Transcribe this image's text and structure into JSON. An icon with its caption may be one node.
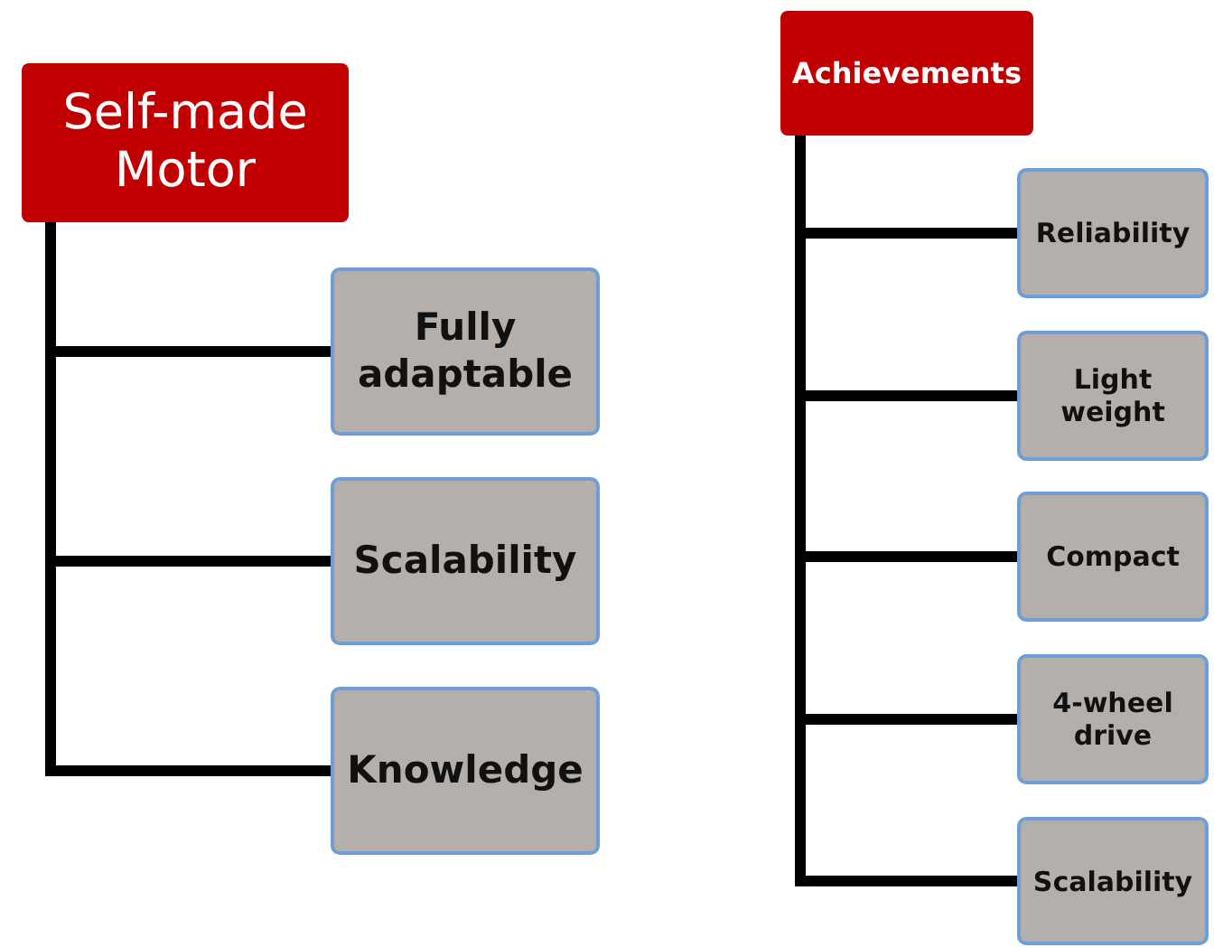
{
  "diagram": {
    "nodes": [
      {
        "text": [
          "Self-made Motor"
        ]
      },
      {
        "text": [
          "Fully adaptable"
        ]
      },
      {
        "text": [
          "Scalability"
        ]
      },
      {
        "text": [
          "Knowledge"
        ]
      },
      {
        "text": [
          "Achievements"
        ]
      },
      {
        "text": [
          "Reliability"
        ]
      },
      {
        "text": [
          "Light weight"
        ]
      },
      {
        "text": [
          "Compact"
        ]
      },
      {
        "text": [
          "4-wheel drive"
        ]
      },
      {
        "text": [
          "Scalability"
        ]
      }
    ],
    "edges": [
      {
        "from": 0,
        "to": 1,
        "arrow": "none"
      },
      {
        "from": 0,
        "to": 2,
        "arrow": "none"
      },
      {
        "from": 0,
        "to": 3,
        "arrow": "none"
      },
      {
        "from": 4,
        "to": 5,
        "arrow": "none"
      },
      {
        "from": 4,
        "to": 6,
        "arrow": "none"
      },
      {
        "from": 4,
        "to": 7,
        "arrow": "none"
      },
      {
        "from": 4,
        "to": 8,
        "arrow": "none"
      },
      {
        "from": 4,
        "to": 9,
        "arrow": "none"
      }
    ]
  }
}
